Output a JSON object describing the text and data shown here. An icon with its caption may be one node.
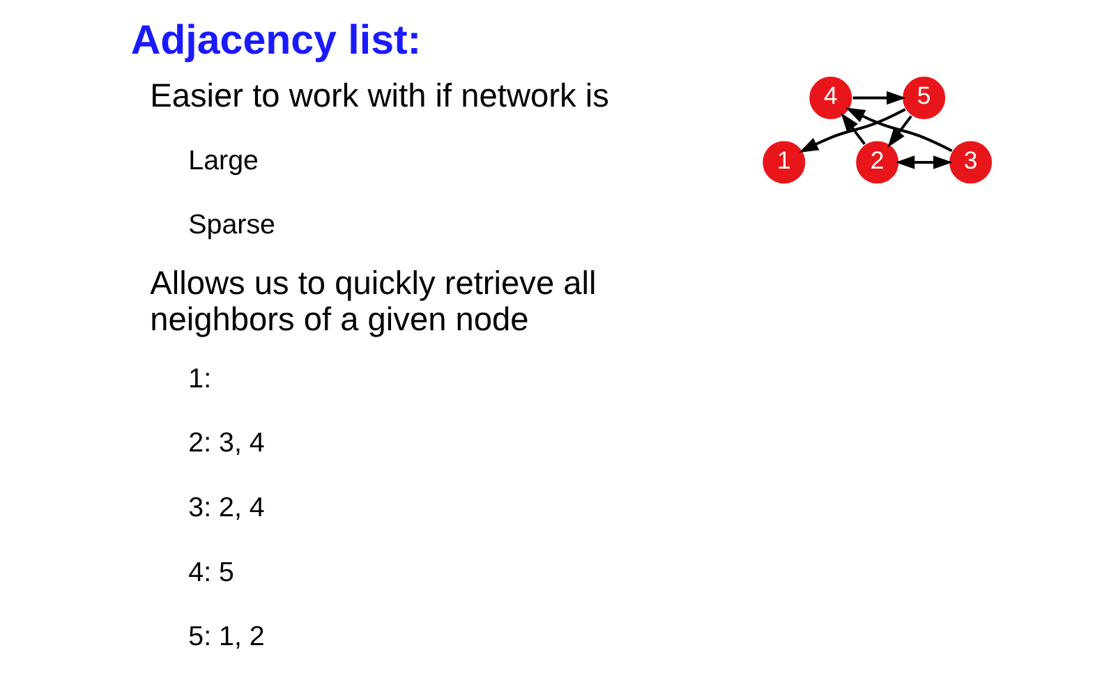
{
  "diagram": {
    "title": "Adjacency list:",
    "nodes": [
      {
        "text": [
          "1"
        ]
      },
      {
        "text": [
          "2"
        ]
      },
      {
        "text": [
          "3"
        ]
      },
      {
        "text": [
          "4"
        ]
      },
      {
        "text": [
          "5"
        ]
      }
    ],
    "edges": [
      {
        "from": 4,
        "to": 0,
        "arrow": "to"
      },
      {
        "from": 4,
        "to": 1,
        "arrow": "to"
      },
      {
        "from": 1,
        "to": 2,
        "arrow": "both"
      },
      {
        "from": 1,
        "to": 3,
        "arrow": "to"
      },
      {
        "from": 2,
        "to": 3,
        "arrow": "to"
      },
      {
        "from": 3,
        "to": 4,
        "arrow": "to"
      }
    ],
    "labels": [
      "Easier to work with if network is",
      "Large",
      "Sparse",
      "Allows us to quickly retrieve all neighbors of a given node",
      "1:",
      "2: 3, 4",
      "3: 2, 4",
      "4: 5",
      "5: 1, 2"
    ]
  }
}
